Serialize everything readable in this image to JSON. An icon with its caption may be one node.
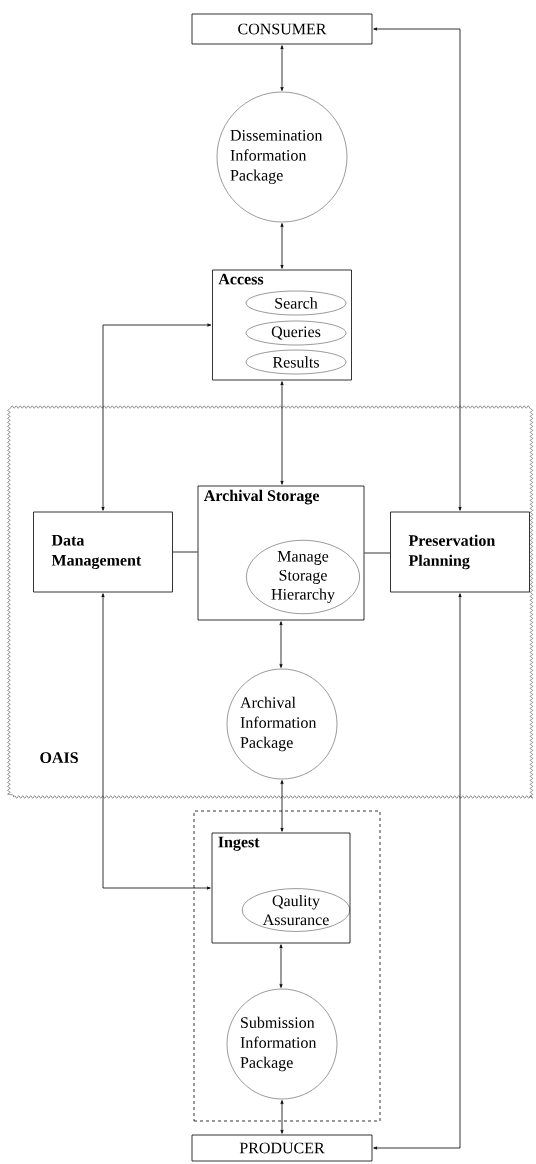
{
  "diagram": {
    "nodes": [
      {
        "text": [
          "CONSUMER"
        ]
      },
      {
        "text": [
          "Dissemination Information Package"
        ]
      },
      {
        "text": [
          "Access"
        ]
      },
      {
        "text": [
          "Search"
        ],
        "in": 2
      },
      {
        "text": [
          "Queries"
        ],
        "in": 2
      },
      {
        "text": [
          "Results"
        ],
        "in": 2
      },
      {
        "text": [
          "OAIS"
        ]
      },
      {
        "text": [
          "Data Management"
        ],
        "in": 6
      },
      {
        "text": [
          "Archival Storage"
        ],
        "in": 6
      },
      {
        "text": [
          "Manage Storage Hierarchy"
        ],
        "in": 8
      },
      {
        "text": [
          "Preservation Planning"
        ],
        "in": 6
      },
      {
        "text": [
          "Archival Information Package"
        ],
        "in": 6
      },
      {
        "text": [],
        "shape": "box"
      },
      {
        "text": [
          "Ingest"
        ],
        "in": 12
      },
      {
        "text": [
          "Qaulity Assurance"
        ],
        "in": 13
      },
      {
        "text": [
          "Submission Information Package"
        ],
        "in": 12
      },
      {
        "text": [
          "PRODUCER"
        ]
      }
    ],
    "edges": [
      {
        "from": 0,
        "to": 1,
        "arrow": "both"
      },
      {
        "from": 1,
        "to": 2,
        "arrow": "both"
      },
      {
        "from": 2,
        "to": 8,
        "arrow": "both"
      },
      {
        "from": 7,
        "to": 2,
        "arrow": "both"
      },
      {
        "from": 10,
        "to": 0,
        "arrow": "both"
      },
      {
        "from": 7,
        "to": 8,
        "arrow": "none"
      },
      {
        "from": 8,
        "to": 10,
        "arrow": "none"
      },
      {
        "from": 8,
        "to": 11,
        "arrow": "both"
      },
      {
        "from": 11,
        "to": 13,
        "arrow": "both"
      },
      {
        "from": 7,
        "to": 13,
        "arrow": "both"
      },
      {
        "from": 13,
        "to": 15,
        "arrow": "both"
      },
      {
        "from": 15,
        "to": 16,
        "arrow": "both"
      },
      {
        "from": 16,
        "to": 10,
        "arrow": "both"
      }
    ]
  }
}
